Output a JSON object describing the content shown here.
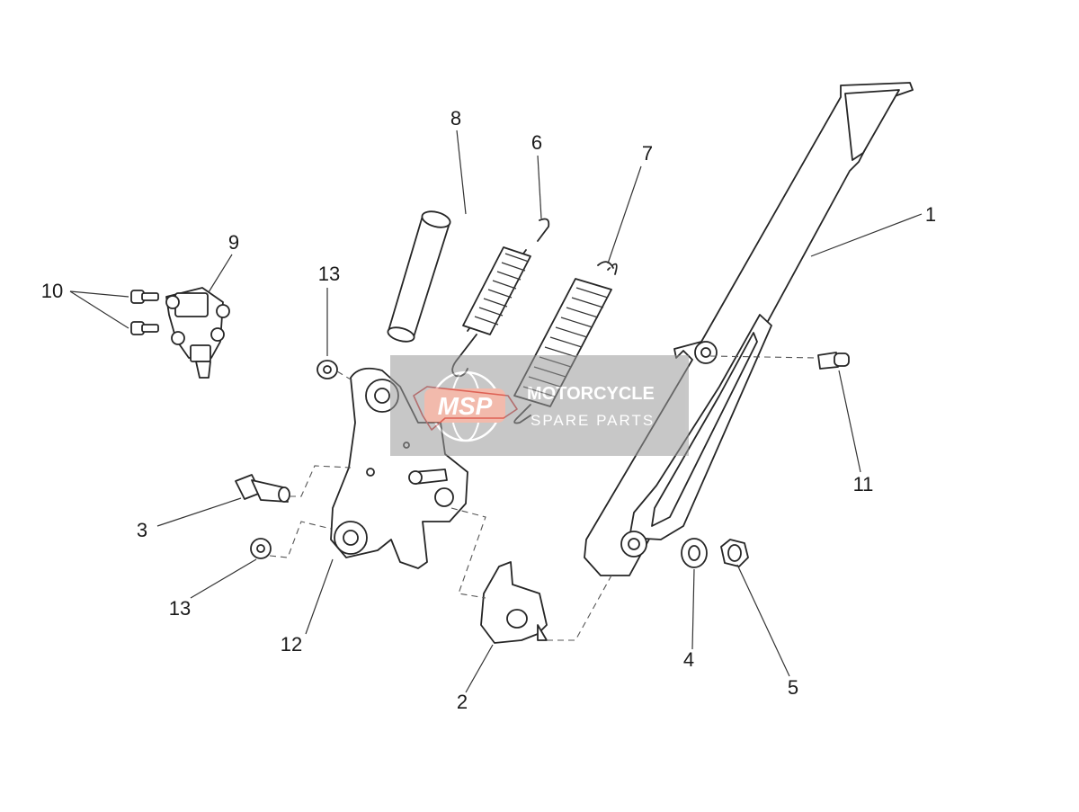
{
  "watermark": {
    "badge": "MSP",
    "title": "MOTORCYCLE",
    "subtitle": "SPARE PARTS",
    "colors": {
      "badge": "#e8826a",
      "panel": "#9a9a9a",
      "text": "#ffffff"
    }
  },
  "callouts": [
    {
      "id": "1",
      "label": "1"
    },
    {
      "id": "2",
      "label": "2"
    },
    {
      "id": "3",
      "label": "3"
    },
    {
      "id": "4",
      "label": "4"
    },
    {
      "id": "5",
      "label": "5"
    },
    {
      "id": "6",
      "label": "6"
    },
    {
      "id": "7",
      "label": "7"
    },
    {
      "id": "8",
      "label": "8"
    },
    {
      "id": "9",
      "label": "9"
    },
    {
      "id": "10",
      "label": "10"
    },
    {
      "id": "11",
      "label": "11"
    },
    {
      "id": "12",
      "label": "12"
    },
    {
      "id": "13a",
      "label": "13"
    },
    {
      "id": "13b",
      "label": "13"
    }
  ],
  "colors": {
    "outline": "#262626",
    "highlight": "#d23a3a"
  }
}
